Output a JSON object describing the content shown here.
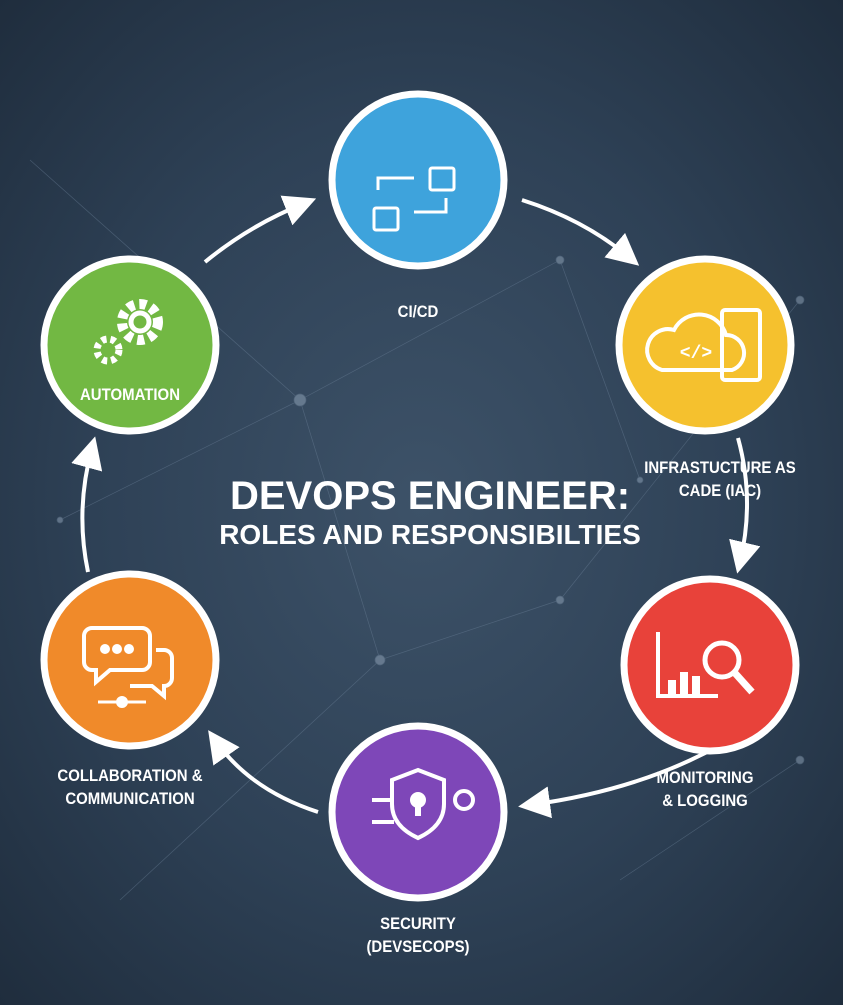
{
  "title": {
    "line1": "DEVOPS ENGINEER:",
    "line2": "ROLES AND RESPONSIBILTIES"
  },
  "nodes": [
    {
      "id": "cicd",
      "label": "CI/CD",
      "color": "#3ea3dc",
      "icon": "pipeline-arrows-icon"
    },
    {
      "id": "iac",
      "label_line1": "INFRASTUCTURE AS",
      "label_line2": "CADE (IAC)",
      "color": "#f5c12e",
      "icon": "cloud-code-icon"
    },
    {
      "id": "monitoring",
      "label_line1": "MONITORING",
      "label_line2": "& LOGGING",
      "color": "#e8423a",
      "icon": "chart-magnifier-icon"
    },
    {
      "id": "security",
      "label_line1": "SECURITY",
      "label_line2": "(DEVSECOPS)",
      "color": "#7e47b8",
      "icon": "shield-lock-icon"
    },
    {
      "id": "collaboration",
      "label_line1": "COLLABORATION &",
      "label_line2": "COMMUNICATION",
      "color": "#f08a2a",
      "icon": "chat-bubbles-icon"
    },
    {
      "id": "automation",
      "label": "AUTOMATION",
      "color": "#72b843",
      "icon": "gears-icon"
    }
  ]
}
